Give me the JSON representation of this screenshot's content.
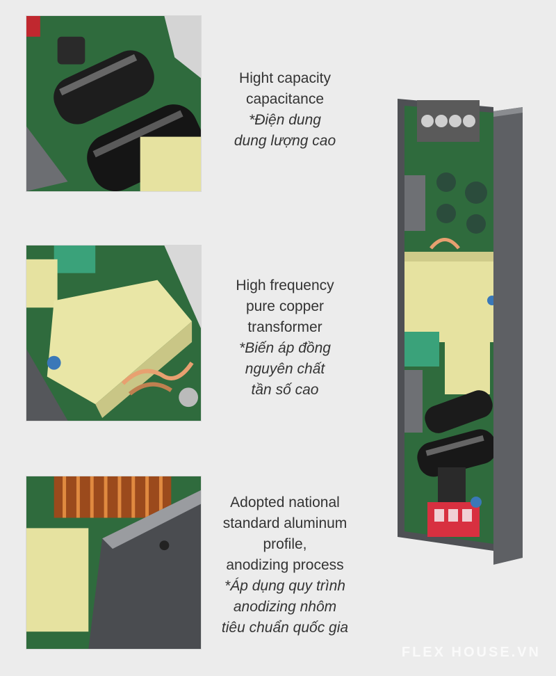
{
  "features": [
    {
      "en": [
        "Hight capacity",
        "capacitance"
      ],
      "vi": [
        "*Điện dung",
        "dung lượng cao"
      ]
    },
    {
      "en": [
        "High frequency",
        "pure copper",
        "transformer"
      ],
      "vi": [
        "*Biến áp đồng",
        "nguyên chất",
        "tần số cao"
      ]
    },
    {
      "en": [
        "Adopted national",
        "standard aluminum",
        "profile,",
        "anodizing process"
      ],
      "vi": [
        "*Áp dụng quy trình",
        "anodizing nhôm",
        "tiêu chuẩn quốc gia"
      ]
    }
  ],
  "watermark": "FLEX HOUSE.VN",
  "colors": {
    "pcb": "#2f6b3d",
    "capacitor": "#1c1c1c",
    "transformer": "#e6e2a0",
    "aluminum": "#5a5c60",
    "terminal": "#d83040"
  }
}
